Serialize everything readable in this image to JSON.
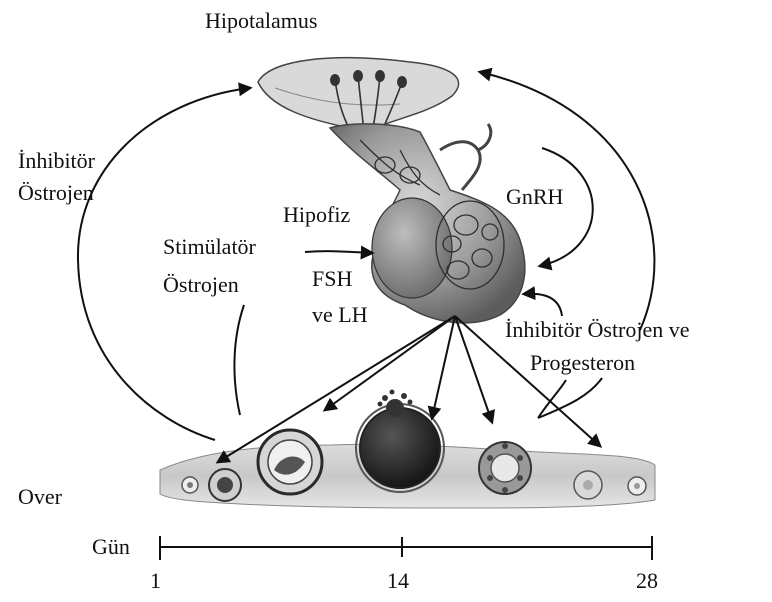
{
  "labels": {
    "hypothalamus": "Hipotalamus",
    "inhibitor_estrogen_left": [
      "İnhibitör",
      "Östrojen"
    ],
    "gnrh": "GnRH",
    "pituitary": "Hipofiz",
    "stimulator_estrogen": [
      "Stimülatör",
      "Östrojen"
    ],
    "fsh_lh": [
      "FSH",
      "ve LH"
    ],
    "inhibitor_estrogen_progesterone": [
      "İnhibitör Östrojen ve",
      "Progesteron"
    ],
    "ovary": "Over",
    "day_axis_label": "Gün"
  },
  "day_axis": {
    "ticks": [
      "1",
      "14",
      "28"
    ]
  },
  "colors": {
    "ink": "#111111",
    "tissue_light": "#e2e2e2",
    "tissue_mid": "#b5b5b5",
    "tissue_dark": "#6f6f6f",
    "follicle_dark": "#2a2a2a"
  }
}
